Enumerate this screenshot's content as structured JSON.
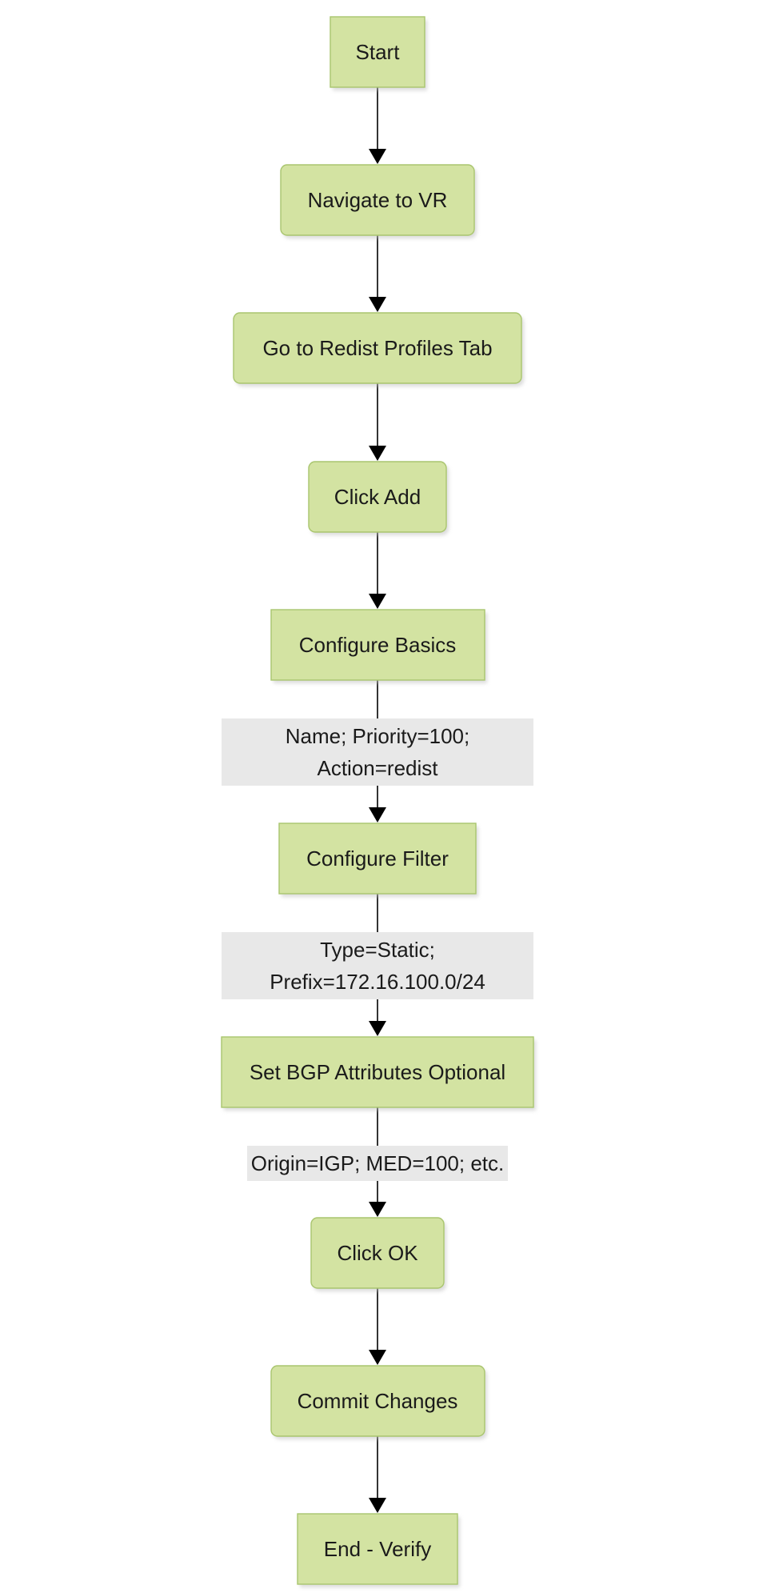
{
  "diagram": {
    "nodes": [
      {
        "id": "start",
        "label": "Start"
      },
      {
        "id": "navigate",
        "label": "Navigate to VR"
      },
      {
        "id": "redist-tab",
        "label": "Go to Redist Profiles Tab"
      },
      {
        "id": "click-add",
        "label": "Click Add"
      },
      {
        "id": "basics",
        "label": "Configure Basics"
      },
      {
        "id": "filter",
        "label": "Configure Filter"
      },
      {
        "id": "bgp",
        "label": "Set BGP Attributes Optional"
      },
      {
        "id": "click-ok",
        "label": "Click OK"
      },
      {
        "id": "commit",
        "label": "Commit Changes"
      },
      {
        "id": "end",
        "label": "End - Verify"
      }
    ],
    "edges": [
      {
        "from": "start",
        "to": "navigate",
        "label": []
      },
      {
        "from": "navigate",
        "to": "redist-tab",
        "label": []
      },
      {
        "from": "redist-tab",
        "to": "click-add",
        "label": []
      },
      {
        "from": "click-add",
        "to": "basics",
        "label": []
      },
      {
        "from": "basics",
        "to": "filter",
        "label": [
          "Name; Priority=100;",
          "Action=redist"
        ]
      },
      {
        "from": "filter",
        "to": "bgp",
        "label": [
          "Type=Static;",
          "Prefix=172.16.100.0/24"
        ]
      },
      {
        "from": "bgp",
        "to": "click-ok",
        "label": [
          "Origin=IGP; MED=100; etc."
        ]
      },
      {
        "from": "click-ok",
        "to": "commit",
        "label": []
      },
      {
        "from": "commit",
        "to": "end",
        "label": []
      }
    ]
  },
  "colors": {
    "node_fill": "#d3e3a2",
    "node_border": "#a9c56e",
    "edge": "#000000",
    "edge_label_bg": "#e8e8e8"
  }
}
